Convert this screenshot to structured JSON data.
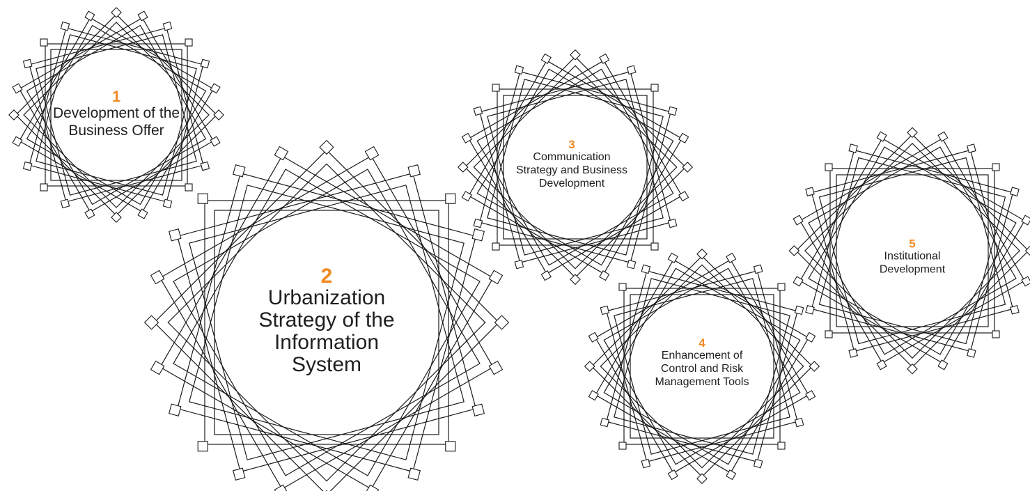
{
  "accent_color": "#f08a24",
  "line_color": "#1a1a1a",
  "ornament_icon": "rotated-squares-rosette",
  "items": [
    {
      "number": "1",
      "title": "Development of the Business Offer"
    },
    {
      "number": "2",
      "title": "Urbanization Strategy of the Information System"
    },
    {
      "number": "3",
      "title": "Communication Strategy and Business Development"
    },
    {
      "number": "4",
      "title": "Enhancement of Control and Risk Management Tools"
    },
    {
      "number": "5",
      "title": "Institutional Development"
    }
  ]
}
